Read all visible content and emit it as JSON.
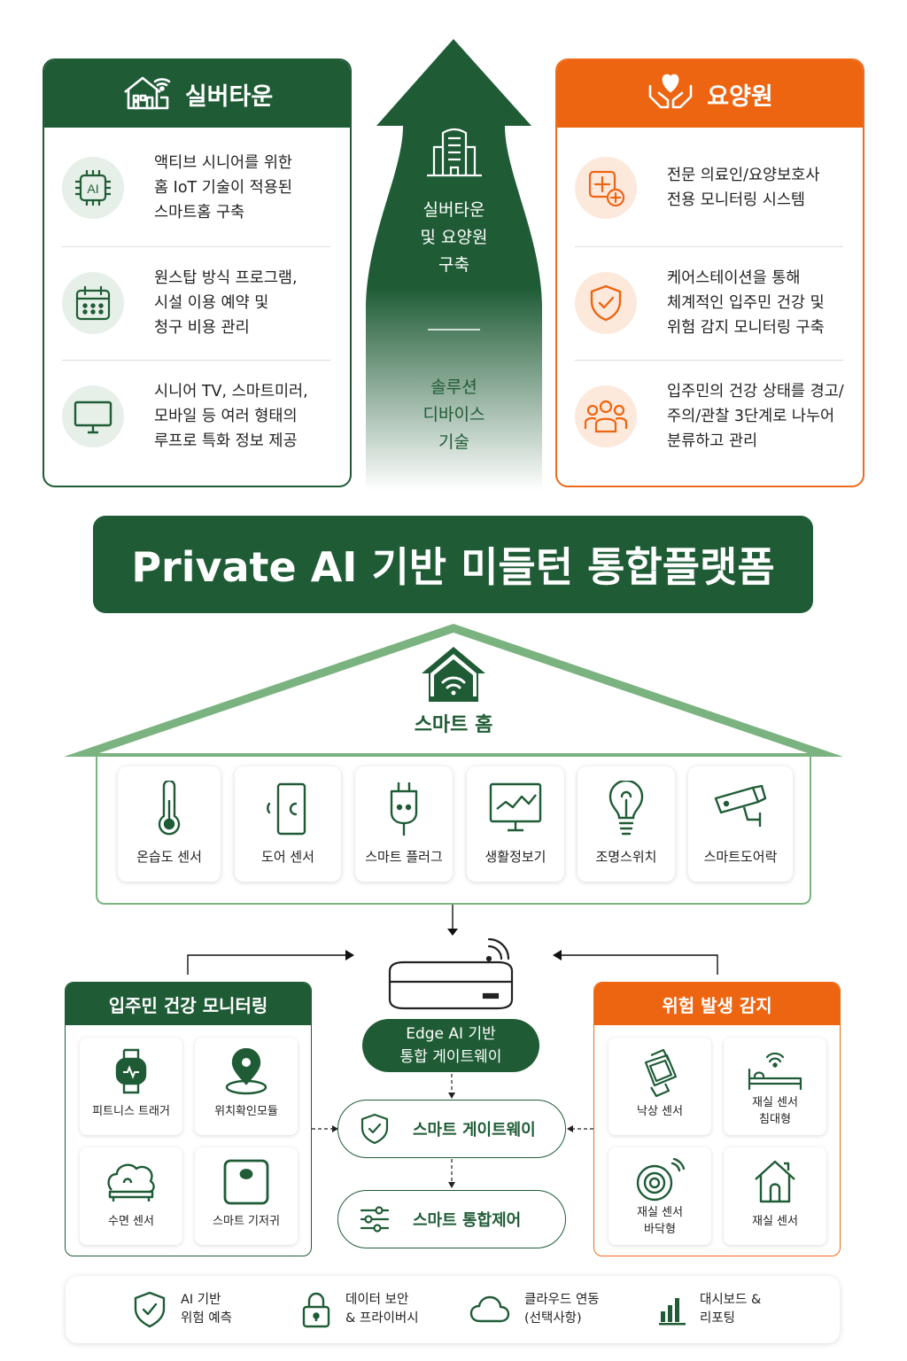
{
  "silvertown": {
    "title": "실버타운",
    "items": [
      {
        "icon": "ai-chip-icon",
        "text": "액티브 시니어를 위한\n홈 IoT 기술이 적용된\n스마트홈 구축"
      },
      {
        "icon": "calendar-icon",
        "text": "원스탑 방식 프로그램,\n시설 이용 예약 및\n청구 비용 관리"
      },
      {
        "icon": "tv-monitor-icon",
        "text": "시니어 TV, 스마트미러,\n모바일 등 여러 형태의\n루프로 특화 정보 제공"
      }
    ]
  },
  "center_arrow": {
    "top_text": "실버타운\n및 요양원\n구축",
    "bottom_text": "솔루션\n디바이스\n기술"
  },
  "nursing_home": {
    "title": "요양원",
    "items": [
      {
        "icon": "medical-plus-icon",
        "text": "전문 의료인/요양보호사\n전용 모니터링 시스템"
      },
      {
        "icon": "shield-check-icon",
        "text": "케어스테이션을 통해\n체계적인 입주민 건강 및\n위험 감지 모니터링 구축"
      },
      {
        "icon": "people-group-icon",
        "text": "입주민의 건강 상태를 경고/\n주의/관찰 3단계로 나누어\n분류하고 관리"
      }
    ]
  },
  "banner": {
    "title": "Private AI 기반 미들턴 통합플랫폼"
  },
  "smart_home": {
    "title": "스마트 홈",
    "devices": [
      "온습도 센서",
      "도어 센서",
      "스마트 플러그",
      "생활정보기",
      "조명스위치",
      "스마트도어락"
    ]
  },
  "health_monitoring": {
    "title": "입주민 건강 모니터링",
    "items": [
      "피트니스 트래거",
      "위치확인모듈",
      "수면 센서",
      "스마트 기저귀"
    ]
  },
  "gateway": {
    "label": "Edge AI 기반\n통합 게이트웨이",
    "smart_gateway": "스마트 게이트웨이",
    "integrated_control": "스마트 통합제어"
  },
  "danger_detection": {
    "title": "위험 발생 감지",
    "items": [
      "낙상 센서",
      "재실 센서\n침대형",
      "재실 센서\n바닥형",
      "재실 센서"
    ]
  },
  "bottom_features": [
    {
      "icon": "shield-check-icon",
      "text": "AI 기반\n위험 예측"
    },
    {
      "icon": "lock-icon",
      "text": "데이터 보안\n& 프라이버시"
    },
    {
      "icon": "cloud-icon",
      "text": "클라우드 연동\n(선택사항)"
    },
    {
      "icon": "bar-chart-icon",
      "text": "대시보드 &\n리포팅"
    }
  ],
  "colors": {
    "green": "#1f5c36",
    "orange": "#ee6511",
    "light_green": "#7ab37f"
  }
}
